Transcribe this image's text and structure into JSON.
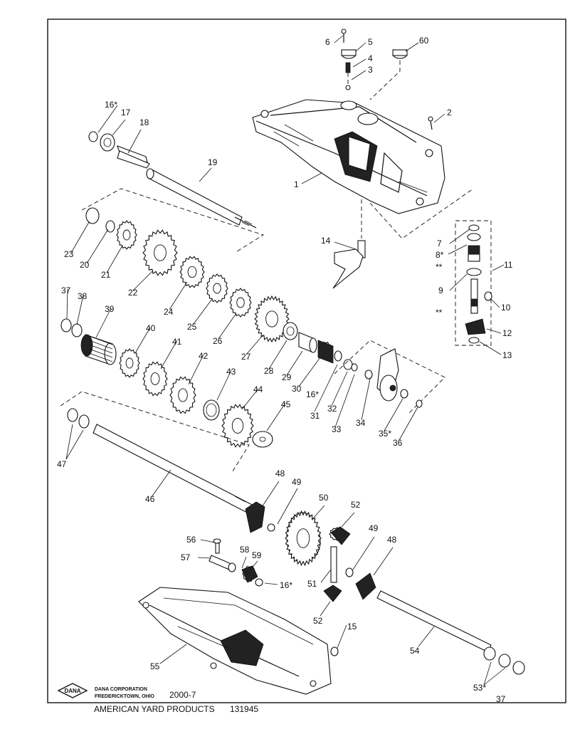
{
  "callouts": [
    {
      "id": "p1",
      "text": "1"
    },
    {
      "id": "p2",
      "text": "2"
    },
    {
      "id": "p3",
      "text": "3"
    },
    {
      "id": "p4",
      "text": "4"
    },
    {
      "id": "p5",
      "text": "5"
    },
    {
      "id": "p6",
      "text": "6"
    },
    {
      "id": "p60",
      "text": "60"
    },
    {
      "id": "p7",
      "text": "7"
    },
    {
      "id": "p8",
      "text": "8*"
    },
    {
      "id": "p8b",
      "text": "**"
    },
    {
      "id": "p9",
      "text": "9"
    },
    {
      "id": "p10",
      "text": "10"
    },
    {
      "id": "p11",
      "text": "11"
    },
    {
      "id": "p11b",
      "text": "**"
    },
    {
      "id": "p12",
      "text": "12"
    },
    {
      "id": "p13",
      "text": "13"
    },
    {
      "id": "p14",
      "text": "14"
    },
    {
      "id": "p15",
      "text": "15"
    },
    {
      "id": "p16a",
      "text": "16*"
    },
    {
      "id": "p16b",
      "text": "16*"
    },
    {
      "id": "p16c",
      "text": "16*"
    },
    {
      "id": "p17",
      "text": "17"
    },
    {
      "id": "p18",
      "text": "18"
    },
    {
      "id": "p19",
      "text": "19"
    },
    {
      "id": "p20",
      "text": "20"
    },
    {
      "id": "p21",
      "text": "21"
    },
    {
      "id": "p22",
      "text": "22"
    },
    {
      "id": "p23",
      "text": "23"
    },
    {
      "id": "p24",
      "text": "24"
    },
    {
      "id": "p25",
      "text": "25"
    },
    {
      "id": "p26",
      "text": "26"
    },
    {
      "id": "p27",
      "text": "27"
    },
    {
      "id": "p28",
      "text": "28"
    },
    {
      "id": "p29",
      "text": "29"
    },
    {
      "id": "p30",
      "text": "30"
    },
    {
      "id": "p31",
      "text": "31"
    },
    {
      "id": "p32",
      "text": "32"
    },
    {
      "id": "p33",
      "text": "33"
    },
    {
      "id": "p34",
      "text": "34"
    },
    {
      "id": "p35",
      "text": "35*"
    },
    {
      "id": "p36",
      "text": "36"
    },
    {
      "id": "p37a",
      "text": "37"
    },
    {
      "id": "p37b",
      "text": "37"
    },
    {
      "id": "p38",
      "text": "38"
    },
    {
      "id": "p39",
      "text": "39"
    },
    {
      "id": "p40",
      "text": "40"
    },
    {
      "id": "p41",
      "text": "41"
    },
    {
      "id": "p42",
      "text": "42"
    },
    {
      "id": "p43",
      "text": "43"
    },
    {
      "id": "p44",
      "text": "44"
    },
    {
      "id": "p45",
      "text": "45"
    },
    {
      "id": "p46",
      "text": "46"
    },
    {
      "id": "p47",
      "text": "47"
    },
    {
      "id": "p48a",
      "text": "48"
    },
    {
      "id": "p48b",
      "text": "48"
    },
    {
      "id": "p49a",
      "text": "49"
    },
    {
      "id": "p49b",
      "text": "49"
    },
    {
      "id": "p50",
      "text": "50"
    },
    {
      "id": "p51",
      "text": "51"
    },
    {
      "id": "p52a",
      "text": "52"
    },
    {
      "id": "p52b",
      "text": "52"
    },
    {
      "id": "p53",
      "text": "53*"
    },
    {
      "id": "p54",
      "text": "54"
    },
    {
      "id": "p55",
      "text": "55"
    },
    {
      "id": "p56",
      "text": "56"
    },
    {
      "id": "p57",
      "text": "57"
    },
    {
      "id": "p58",
      "text": "58"
    },
    {
      "id": "p59",
      "text": "59"
    }
  ],
  "footer": {
    "logo_text": "DANA",
    "company_line1": "DANA CORPORATION",
    "company_line2": "FREDERICKTOWN, OHIO",
    "model": "2000-7",
    "customer": "AMERICAN YARD PRODUCTS",
    "part_number": "131945"
  }
}
